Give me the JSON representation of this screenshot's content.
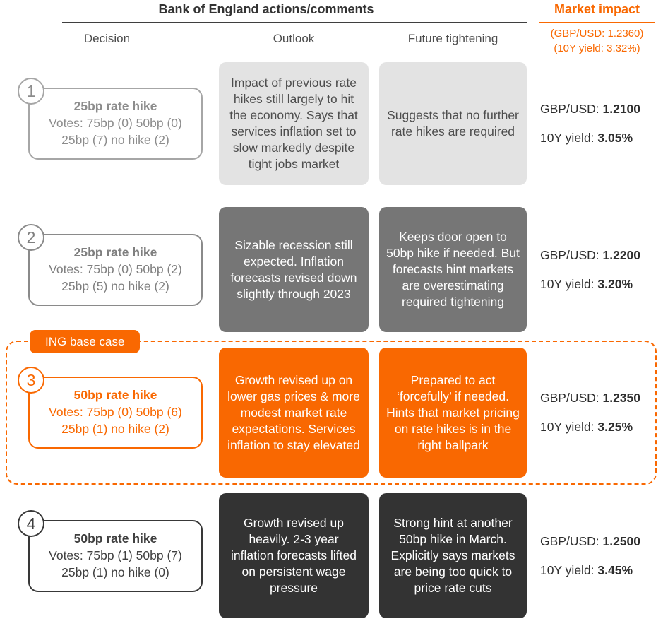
{
  "colors": {
    "accent_orange": "#f96801",
    "light_gray_box": "#e3e3e3",
    "mid_gray_box": "#767676",
    "dark_box": "#333333"
  },
  "header": {
    "main_title": "Bank of England actions/comments",
    "market_impact_title": "Market impact",
    "market_impact_sub1": "(GBP/USD: 1.2360)",
    "market_impact_sub2": "(10Y yield: 3.32%)",
    "col_decision": "Decision",
    "col_outlook": "Outlook",
    "col_future": "Future tightening"
  },
  "base_case_label": "ING base case",
  "rows": [
    {
      "number": "1",
      "decision_title": "25bp rate hike",
      "votes_line1": "Votes: 75bp (0) 50bp (0)",
      "votes_line2": "25bp (7) no hike (2)",
      "outlook": "Impact of previous rate hikes still largely to hit the economy. Says that services inflation set to slow markedly despite tight jobs market",
      "future": "Suggests that no further rate hikes are required",
      "gbpusd_label": "GBP/USD: ",
      "gbpusd_value": "1.2100",
      "yield_label": "10Y yield: ",
      "yield_value": "3.05%"
    },
    {
      "number": "2",
      "decision_title": "25bp rate hike",
      "votes_line1": "Votes: 75bp (0) 50bp (2)",
      "votes_line2": "25bp (5) no hike (2)",
      "outlook": "Sizable recession still expected. Inflation forecasts revised down slightly through 2023",
      "future": "Keeps door open to 50bp hike if needed. But forecasts hint markets are overestimating required tightening",
      "gbpusd_label": "GBP/USD: ",
      "gbpusd_value": "1.2200",
      "yield_label": "10Y yield: ",
      "yield_value": "3.20%"
    },
    {
      "number": "3",
      "decision_title": "50bp rate hike",
      "votes_line1": "Votes: 75bp (0) 50bp (6)",
      "votes_line2": "25bp (1) no hike (2)",
      "outlook": "Growth revised up on lower gas prices & more modest market rate expectations. Services inflation to stay elevated",
      "future": "Prepared to act ‘forcefully’ if needed. Hints that market pricing on rate hikes is in the right ballpark",
      "gbpusd_label": "GBP/USD: ",
      "gbpusd_value": "1.2350",
      "yield_label": "10Y yield: ",
      "yield_value": "3.25%"
    },
    {
      "number": "4",
      "decision_title": "50bp rate hike",
      "votes_line1": "Votes: 75bp (1) 50bp (7)",
      "votes_line2": "25bp (1) no hike (0)",
      "outlook": "Growth revised up heavily. 2-3 year inflation forecasts lifted on persistent wage pressure",
      "future": "Strong hint at another 50bp hike in March. Explicitly says markets are being too quick to price rate cuts",
      "gbpusd_label": "GBP/USD: ",
      "gbpusd_value": "1.2500",
      "yield_label": "10Y yield: ",
      "yield_value": "3.45%"
    }
  ]
}
